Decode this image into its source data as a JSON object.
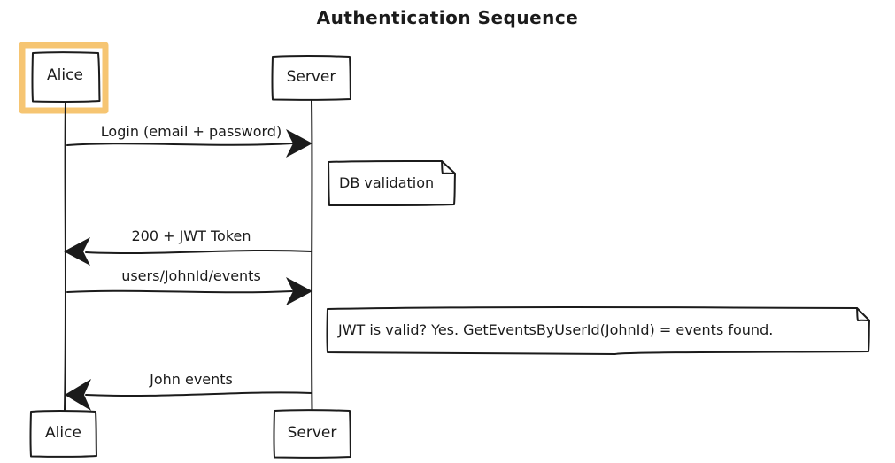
{
  "title": "Authentication Sequence",
  "actors": {
    "alice": "Alice",
    "server": "Server"
  },
  "messages": [
    {
      "label": "Login (email + password)",
      "from": "alice",
      "to": "server",
      "direction": "right"
    },
    {
      "label": "200 + JWT Token",
      "from": "server",
      "to": "alice",
      "direction": "left"
    },
    {
      "label": "users/JohnId/events",
      "from": "alice",
      "to": "server",
      "direction": "right"
    },
    {
      "label": "John events",
      "from": "server",
      "to": "alice",
      "direction": "left"
    }
  ],
  "notes": [
    {
      "text": "DB validation",
      "attached_to": "server"
    },
    {
      "text": "JWT is valid? Yes. GetEventsByUserId(JohnId) = events found.",
      "attached_to": "server"
    }
  ],
  "colors": {
    "stroke": "#1b1b1b",
    "highlight": "#f6c572",
    "background": "#ffffff"
  }
}
